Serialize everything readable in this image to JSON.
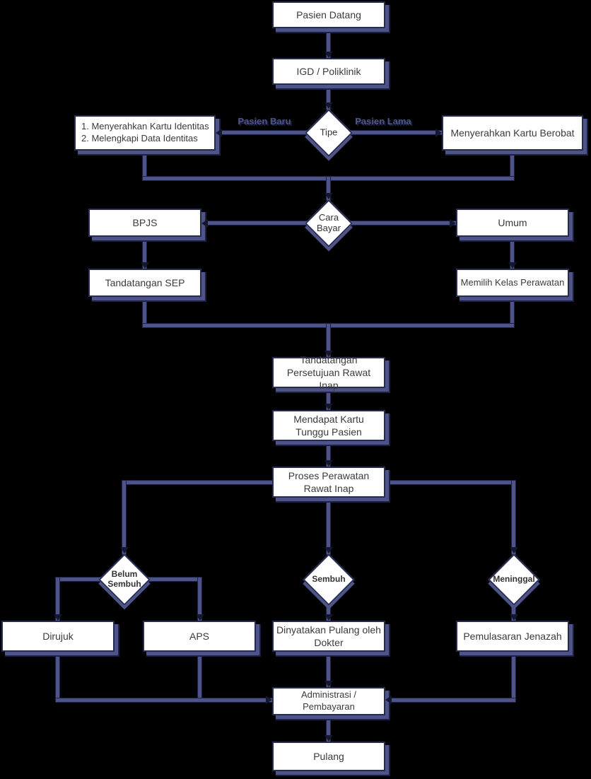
{
  "nodes": {
    "pasien_datang": {
      "label": "Pasien Datang"
    },
    "igd": {
      "label": "IGD / Poliklinik"
    },
    "tipe": {
      "label": "Tipe"
    },
    "pasien_baru_steps": {
      "line1": "1. Menyerahkan Kartu Identitas",
      "line2": "2. Melengkapi Data Identitas"
    },
    "kartu_berobat": {
      "label": "Menyerahkan Kartu Berobat"
    },
    "cara_bayar": {
      "label": "Cara Bayar"
    },
    "bpjs": {
      "label": "BPJS"
    },
    "umum": {
      "label": "Umum"
    },
    "sep": {
      "label": "Tandatangan SEP"
    },
    "kelas": {
      "label": "Memilih Kelas Perawatan"
    },
    "persetujuan": {
      "label": "Tandatangan Persetujuan Rawat Inap"
    },
    "kartu_tunggu": {
      "label": "Mendapat Kartu Tunggu Pasien"
    },
    "proses": {
      "label": "Proses Perawatan Rawat Inap"
    },
    "belum_sembuh": {
      "label": "Belum Sembuh"
    },
    "sembuh": {
      "label": "Sembuh"
    },
    "meninggal": {
      "label": "Meninggal"
    },
    "dirujuk": {
      "label": "Dirujuk"
    },
    "aps": {
      "label": "APS"
    },
    "pulang_dokter": {
      "label": "Dinyatakan Pulang oleh Dokter"
    },
    "jenazah": {
      "label": "Pemulasaran Jenazah"
    },
    "administrasi": {
      "label": "Administrasi / Pembayaran"
    },
    "pulang": {
      "label": "Pulang"
    }
  },
  "edge_labels": {
    "pasien_baru": "Pasien Baru",
    "pasien_lama": "Pasien Lama"
  },
  "colors": {
    "background": "#000000",
    "node_fill": "#ffffff",
    "node_border": "#262b52",
    "connector": "#4e548a",
    "arrowhead": "#14172e",
    "text": "#3b3b3b"
  }
}
